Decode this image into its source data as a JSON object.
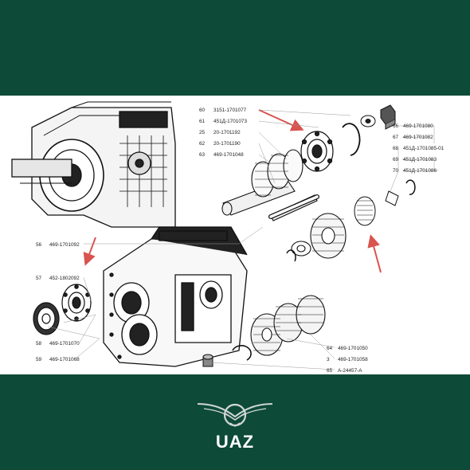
{
  "brand": {
    "name": "UAZ",
    "logo_icon": "uaz-bird-emblem-icon",
    "background_color": "#0d4a37"
  },
  "diagram": {
    "accent_color": "#d9534f",
    "labels_right": [
      {
        "num": "60",
        "code": "3151-1701077"
      },
      {
        "num": "61",
        "code": "451Д-1701073"
      },
      {
        "num": "25",
        "code": "20-1701192"
      },
      {
        "num": "62",
        "code": "20-1701190"
      },
      {
        "num": "63",
        "code": "469-1701048"
      }
    ],
    "labels_far_right": [
      {
        "num": "66",
        "code": "469-1701080"
      },
      {
        "num": "67",
        "code": "469-1701082"
      },
      {
        "num": "68",
        "code": "451Д-1701085-01"
      },
      {
        "num": "69",
        "code": "451Д-1701083"
      },
      {
        "num": "70",
        "code": "451Д-1701086"
      }
    ],
    "labels_left": [
      {
        "num": "56",
        "code": "469-1701092"
      },
      {
        "num": "57",
        "code": "452-1802092"
      },
      {
        "num": "58",
        "code": "469-1701070"
      },
      {
        "num": "59",
        "code": "469-1701068"
      }
    ],
    "labels_bottom": [
      {
        "num": "64",
        "code": "469-1701050"
      },
      {
        "num": "3",
        "code": "469-1701058"
      },
      {
        "num": "65",
        "code": "A-24457-A"
      }
    ]
  }
}
